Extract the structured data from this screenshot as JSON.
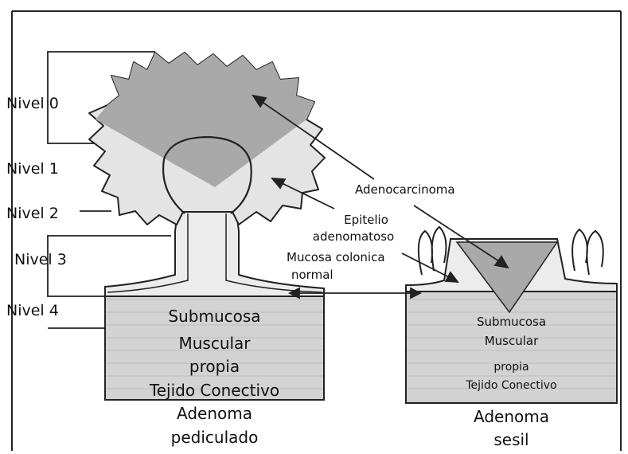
{
  "levels": [
    "Nivel 0",
    "Nivel 1",
    "Nivel 2",
    "Nivel 3",
    "Nivel 4"
  ],
  "annotations": {
    "adenocarcinoma": "Adenocarcinoma",
    "epitelio_line1": "Epitelio",
    "epitelio_line2": "adenomatoso",
    "mucosa_line1": "Mucosa colonica",
    "mucosa_line2": "normal"
  },
  "pediculado": {
    "layers": [
      "Submucosa",
      "Muscular",
      "propia",
      "Tejido Conectivo"
    ],
    "caption_line1": "Adenoma",
    "caption_line2": "pediculado"
  },
  "sesil": {
    "layers": [
      "Submucosa",
      "Muscular",
      "propia",
      "Tejido Conectivo"
    ],
    "caption_line1": "Adenoma",
    "caption_line2": "sesil"
  },
  "colors": {
    "carcinoma": "#a9a9a9",
    "adenoma": "#dedede",
    "mucosa": "#ececec",
    "wall": "#d2d2d2",
    "outline": "#222222"
  }
}
